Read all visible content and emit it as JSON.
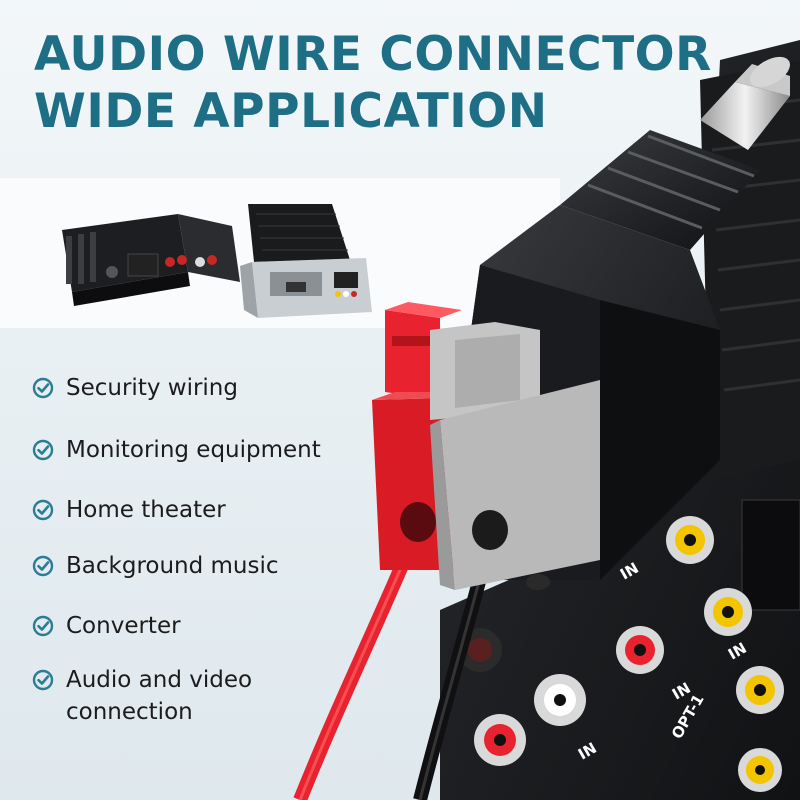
{
  "headline": {
    "line1": "AUDIO WIRE CONNECTOR",
    "line2": "WIDE APPLICATION"
  },
  "features": [
    "Security wiring",
    "Monitoring equipment",
    "Home theater",
    "Background music",
    "Converter",
    "Audio and video connection"
  ],
  "panel_labels": [
    "IN",
    "IN",
    "IN",
    "IN",
    "OPT-1"
  ],
  "colors": {
    "headline": "#1e6e86",
    "check": "#2a7d94",
    "text": "#1c1c1c",
    "red_lever": "#e8232f",
    "gray_lever": "#b9b9b9",
    "rca_ring": "#f3c400"
  }
}
